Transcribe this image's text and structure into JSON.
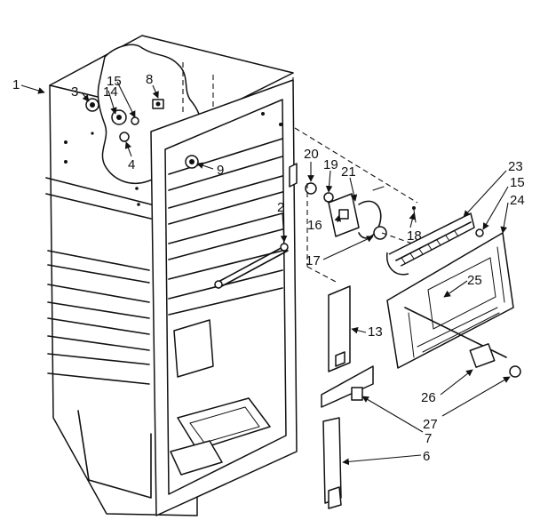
{
  "callouts": {
    "c1": "1",
    "c2": "2",
    "c3": "3",
    "c4": "4",
    "c6": "6",
    "c7": "7",
    "c8": "8",
    "c9": "9",
    "c13": "13",
    "c14": "14",
    "c15a": "15",
    "c15b": "15",
    "c16": "16",
    "c17": "17",
    "c18": "18",
    "c19": "19",
    "c20": "20",
    "c21": "21",
    "c23": "23",
    "c24": "24",
    "c25": "25",
    "c26": "26",
    "c27": "27"
  },
  "colors": {
    "ink": "#111111",
    "paper": "#ffffff"
  }
}
